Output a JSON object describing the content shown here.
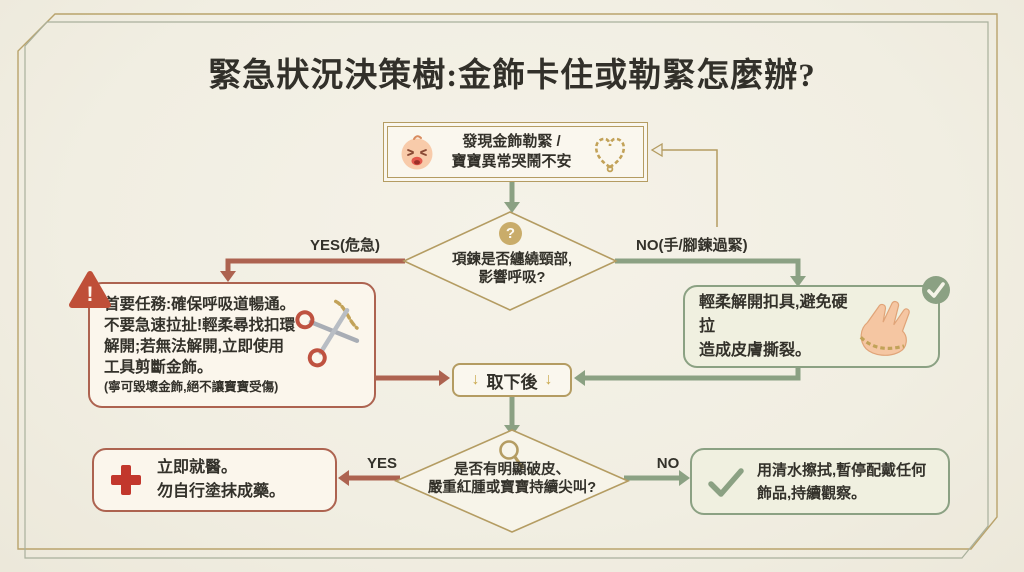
{
  "title": "緊急狀況決策樹:金飾卡住或勒緊怎麼辦?",
  "nodes": {
    "start": {
      "text": "發現金飾勒緊 /\n寶寶異常哭鬧不安"
    },
    "decision1": {
      "text": "項鍊是否纏繞頸部,\n影響呼吸?"
    },
    "emergency": {
      "text": "首要任務:確保呼吸道暢通。\n不要急速拉扯!輕柔尋找扣環\n解開;若無法解開,立即使用\n工具剪斷金飾。",
      "note": "(寧可毀壞金飾,絕不讓寶寶受傷)"
    },
    "gentle": {
      "text": "輕柔解開扣具,避免硬拉\n造成皮膚撕裂。"
    },
    "after_removal": {
      "label": "取下後",
      "arrow": "↓"
    },
    "decision2": {
      "text": "是否有明顯破皮、\n嚴重紅腫或寶寶持續尖叫?"
    },
    "doctor": {
      "text": "立即就醫。\n勿自行塗抹成藥。"
    },
    "observe": {
      "text": "用清水擦拭,暫停配戴任何\n飾品,持續觀察。"
    }
  },
  "edges": {
    "yes1": "YES(危急)",
    "no1": "NO(手/腳鍊過緊)",
    "yes2": "YES",
    "no2": "NO"
  },
  "glyphs": {
    "question": "?",
    "warning": "!"
  },
  "colors": {
    "background": "#f2efe4",
    "gold": "#b49c62",
    "red": "#ad6350",
    "green": "#8ba183",
    "text": "#33312a"
  }
}
